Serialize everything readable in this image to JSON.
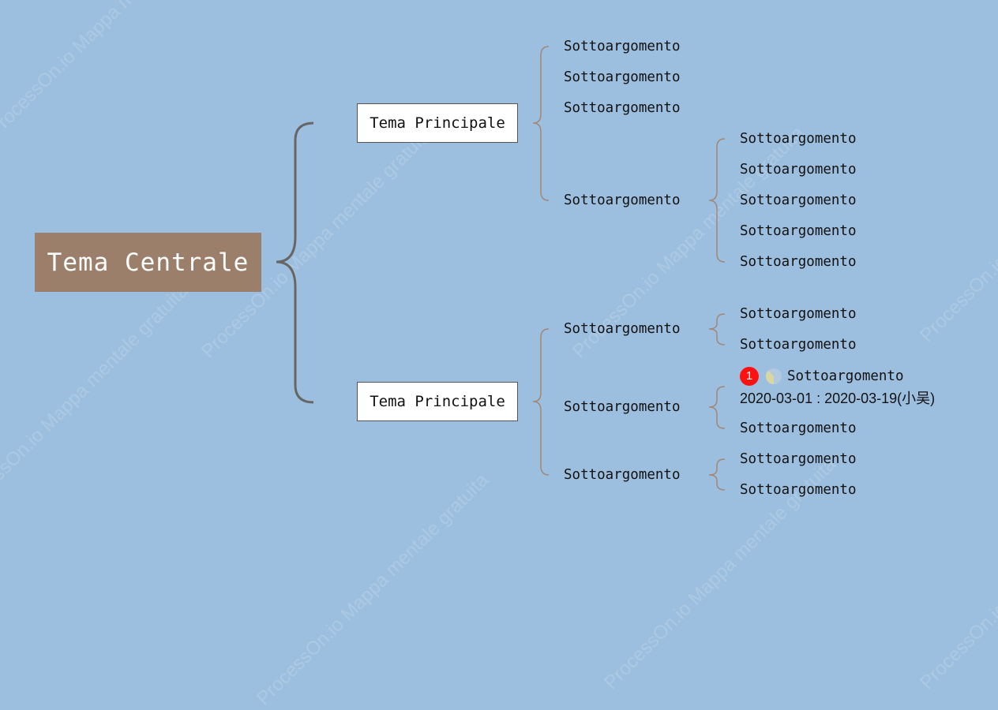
{
  "watermark_text": "ProcessOn.io Mappa mentale gratuita",
  "central_topic": "Tema Centrale",
  "main_topics": [
    {
      "label": "Tema Principale",
      "subtopics": [
        {
          "label": "Sottoargomento"
        },
        {
          "label": "Sottoargomento"
        },
        {
          "label": "Sottoargomento"
        },
        {
          "label": "Sottoargomento",
          "children": [
            "Sottoargomento",
            "Sottoargomento",
            "Sottoargomento",
            "Sottoargomento",
            "Sottoargomento"
          ]
        }
      ]
    },
    {
      "label": "Tema Principale",
      "subtopics": [
        {
          "label": "Sottoargomento",
          "children": [
            "Sottoargomento",
            "Sottoargomento"
          ]
        },
        {
          "label": "Sottoargomento",
          "children": [
            "Sottoargomento",
            "Sottoargomento"
          ]
        },
        {
          "label": "Sottoargomento",
          "children": [
            "Sottoargomento",
            "Sottoargomento"
          ]
        }
      ]
    }
  ],
  "task": {
    "priority": "1",
    "progress_fraction": 0.375,
    "dates": "2020-03-01 : 2020-03-19(小吴)"
  },
  "colors": {
    "background": "#9dbfdf",
    "central_fill": "#9b7f6a",
    "main_bracket": "#666666",
    "sub_bracket": "#a08878",
    "priority": "#ff1111",
    "progress": "#d9d7a2"
  }
}
